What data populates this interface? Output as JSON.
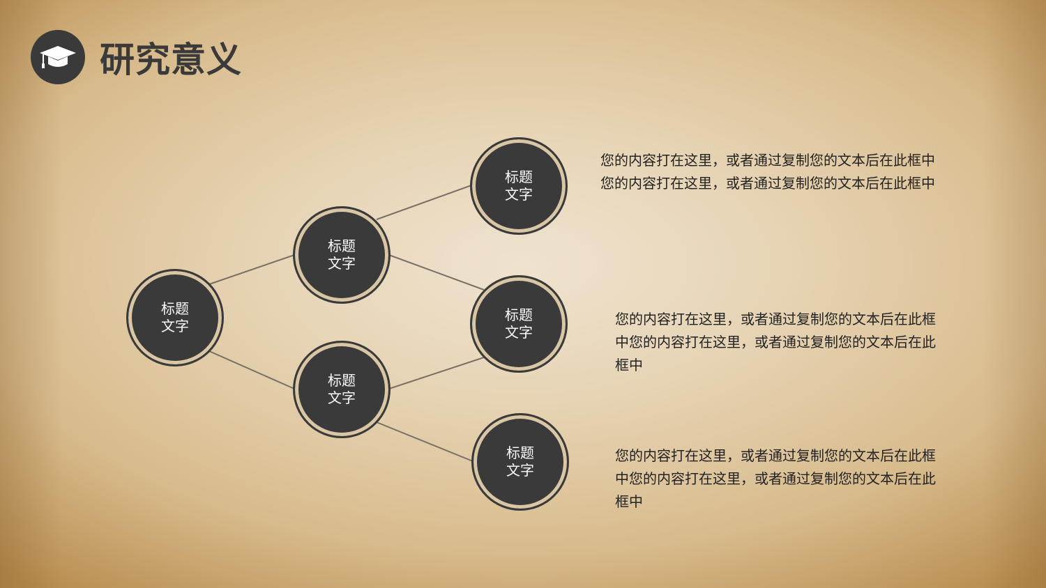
{
  "header": {
    "title": "研究意义",
    "icon": "graduation-cap-icon"
  },
  "colors": {
    "node_fill": "#3a3a3a",
    "node_ring": "#d9c6a4",
    "connector": "#777066",
    "title": "#3a3a3a"
  },
  "tree": {
    "root": {
      "line1": "标题",
      "line2": "文字"
    },
    "level1": [
      {
        "line1": "标题",
        "line2": "文字"
      },
      {
        "line1": "标题",
        "line2": "文字"
      }
    ],
    "level2": [
      {
        "line1": "标题",
        "line2": "文字"
      },
      {
        "line1": "标题",
        "line2": "文字"
      },
      {
        "line1": "标题",
        "line2": "文字"
      }
    ]
  },
  "descriptions": [
    "您的内容打在这里，或者通过复制您的文本后在此框中您的内容打在这里，或者通过复制您的文本后在此框中",
    "您的内容打在这里，或者通过复制您的文本后在此框中您的内容打在这里，或者通过复制您的文本后在此框中",
    "您的内容打在这里，或者通过复制您的文本后在此框中您的内容打在这里，或者通过复制您的文本后在此框中"
  ]
}
